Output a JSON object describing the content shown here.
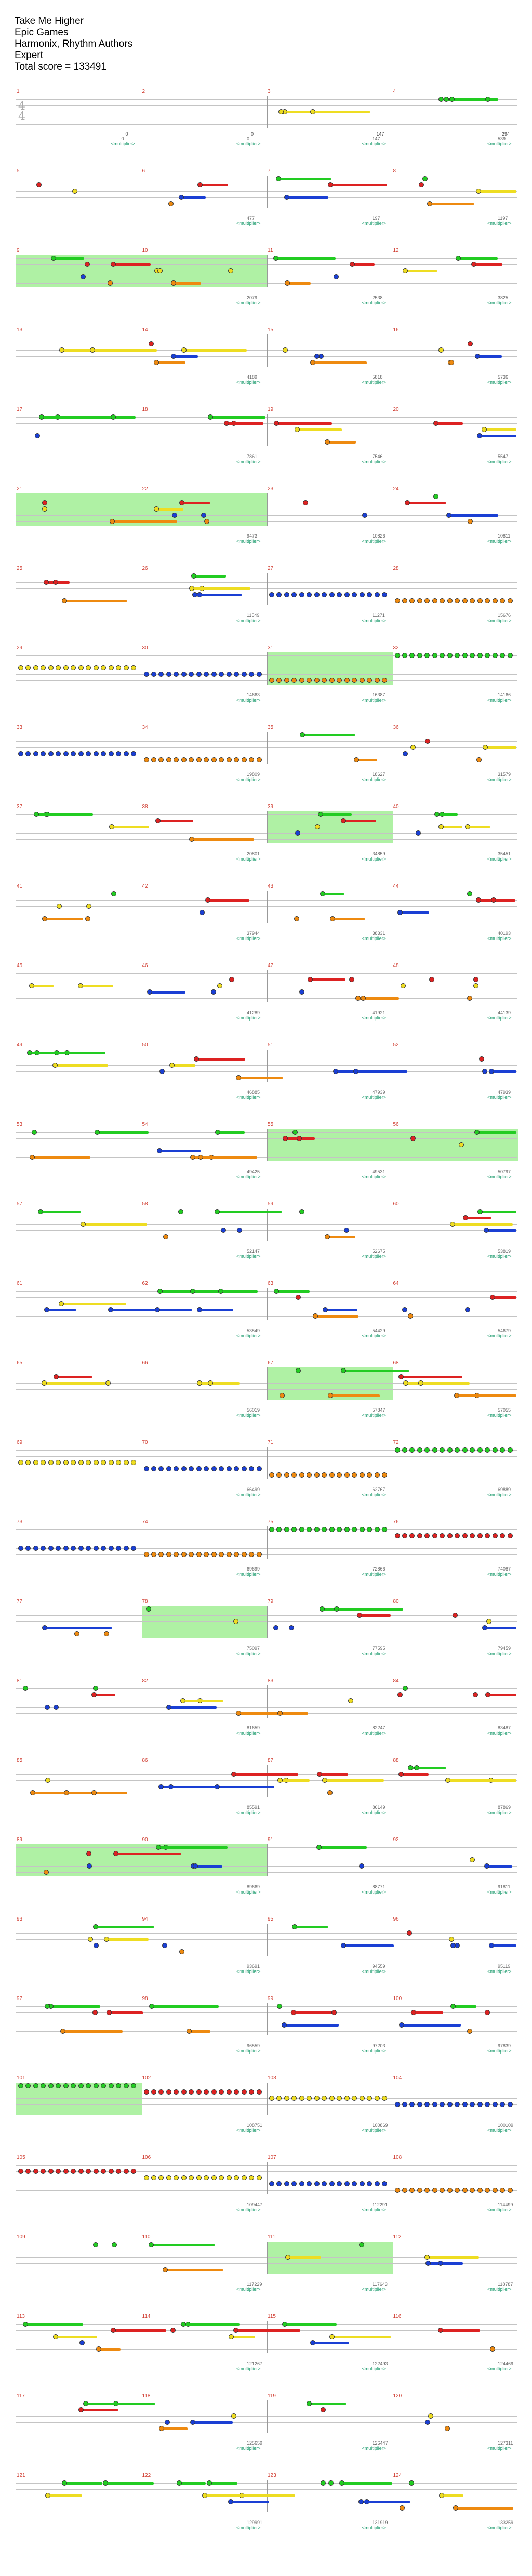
{
  "song": {
    "title": "Take Me Higher",
    "artist": "Epic Games",
    "charters": "Harmonix, Rhythm Authors",
    "difficulty": "Expert",
    "total_score_label": "Total score = 133491"
  },
  "lane_colors": {
    "green": "#22cc22",
    "red": "#dd2222",
    "yellow": "#eedd22",
    "blue": "#1a3fd4",
    "orange": "#ee8a10"
  },
  "time_signature": "4/4",
  "multiplier_label": "<multiplier>",
  "rows": [
    {
      "measures": [
        1,
        2,
        3,
        4
      ],
      "counts": [
        "0",
        "0",
        "147",
        "294"
      ],
      "scores": [
        "0",
        "0",
        "147",
        "539"
      ]
    },
    {
      "measures": [
        5,
        6,
        7,
        8
      ],
      "counts": [
        "",
        "",
        "",
        ""
      ],
      "scores": [
        "",
        "477",
        "197",
        "1197"
      ]
    },
    {
      "measures": [
        9,
        10,
        11,
        12
      ],
      "counts": [
        "",
        "",
        "",
        ""
      ],
      "scores": [
        "",
        "2079",
        "2538",
        "3825"
      ]
    },
    {
      "measures": [
        13,
        14,
        15,
        16
      ],
      "counts": [
        "",
        "",
        "",
        ""
      ],
      "scores": [
        "",
        "4189",
        "5818",
        "5736"
      ]
    },
    {
      "measures": [
        17,
        18,
        19,
        20
      ],
      "counts": [
        "",
        "",
        "",
        ""
      ],
      "scores": [
        "",
        "7861",
        "7546",
        "5547"
      ]
    },
    {
      "measures": [
        21,
        22,
        23,
        24
      ],
      "counts": [
        "",
        "",
        "",
        ""
      ],
      "scores": [
        "",
        "9473",
        "10826",
        "10811"
      ]
    },
    {
      "measures": [
        25,
        26,
        27,
        28
      ],
      "counts": [
        "",
        "",
        "",
        ""
      ],
      "scores": [
        "",
        "11549",
        "11271",
        "15676"
      ]
    },
    {
      "measures": [
        29,
        30,
        31,
        32
      ],
      "counts": [
        "",
        "",
        "",
        ""
      ],
      "scores": [
        "",
        "14663",
        "16387",
        "14166"
      ]
    },
    {
      "measures": [
        33,
        34,
        35,
        36
      ],
      "counts": [
        "",
        "",
        "",
        ""
      ],
      "scores": [
        "",
        "19809",
        "18627",
        "31579"
      ]
    },
    {
      "measures": [
        37,
        38,
        39,
        40
      ],
      "counts": [
        "",
        "",
        "",
        ""
      ],
      "scores": [
        "",
        "20801",
        "34859",
        "35451"
      ]
    },
    {
      "measures": [
        41,
        42,
        43,
        44
      ],
      "counts": [
        "",
        "",
        "",
        ""
      ],
      "scores": [
        "",
        "37944",
        "38331",
        "40193"
      ]
    },
    {
      "measures": [
        45,
        46,
        47,
        48
      ],
      "counts": [
        "",
        "",
        "",
        ""
      ],
      "scores": [
        "",
        "41289",
        "41921",
        "44139"
      ]
    },
    {
      "measures": [
        49,
        50,
        51,
        52
      ],
      "counts": [
        "",
        "",
        "",
        ""
      ],
      "scores": [
        "",
        "46885",
        "47939",
        "47939"
      ]
    },
    {
      "measures": [
        53,
        54,
        55,
        56
      ],
      "counts": [
        "",
        "",
        "",
        ""
      ],
      "scores": [
        "",
        "49425",
        "49531",
        "50797"
      ]
    },
    {
      "measures": [
        57,
        58,
        59,
        60
      ],
      "counts": [
        "",
        "",
        "",
        ""
      ],
      "scores": [
        "",
        "52147",
        "52675",
        "53819"
      ]
    },
    {
      "measures": [
        61,
        62,
        63,
        64
      ],
      "counts": [
        "",
        "",
        "",
        ""
      ],
      "scores": [
        "",
        "53549",
        "54429",
        "54679"
      ]
    },
    {
      "measures": [
        65,
        66,
        67,
        68
      ],
      "counts": [
        "",
        "",
        "",
        ""
      ],
      "scores": [
        "",
        "56019",
        "57847",
        "57055"
      ]
    },
    {
      "measures": [
        69,
        70,
        71,
        72
      ],
      "counts": [
        "",
        "",
        "",
        ""
      ],
      "scores": [
        "",
        "66499",
        "62767",
        "69889"
      ]
    },
    {
      "measures": [
        73,
        74,
        75,
        76
      ],
      "counts": [
        "",
        "",
        "",
        ""
      ],
      "scores": [
        "",
        "69699",
        "72866",
        "74087"
      ]
    },
    {
      "measures": [
        77,
        78,
        79,
        80
      ],
      "counts": [
        "",
        "",
        "",
        ""
      ],
      "scores": [
        "",
        "75097",
        "77595",
        "79459"
      ]
    },
    {
      "measures": [
        81,
        82,
        83,
        84
      ],
      "counts": [
        "",
        "",
        "",
        ""
      ],
      "scores": [
        "",
        "81659",
        "82247",
        "83487"
      ]
    },
    {
      "measures": [
        85,
        86,
        87,
        88
      ],
      "counts": [
        "",
        "",
        "",
        ""
      ],
      "scores": [
        "",
        "85591",
        "86149",
        "87869"
      ]
    },
    {
      "measures": [
        89,
        90,
        91,
        92
      ],
      "counts": [
        "",
        "",
        "",
        ""
      ],
      "scores": [
        "",
        "89669",
        "88771",
        "91811"
      ]
    },
    {
      "measures": [
        93,
        94,
        95,
        96
      ],
      "counts": [
        "",
        "",
        "",
        ""
      ],
      "scores": [
        "",
        "93691",
        "94559",
        "95119"
      ]
    },
    {
      "measures": [
        97,
        98,
        99,
        100
      ],
      "counts": [
        "",
        "",
        "",
        ""
      ],
      "scores": [
        "",
        "96559",
        "97203",
        "97839"
      ]
    },
    {
      "measures": [
        101,
        102,
        103,
        104
      ],
      "counts": [
        "",
        "",
        "",
        ""
      ],
      "scores": [
        "",
        "108751",
        "100869",
        "100109"
      ]
    },
    {
      "measures": [
        105,
        106,
        107,
        108
      ],
      "counts": [
        "",
        "",
        "",
        ""
      ],
      "scores": [
        "",
        "109447",
        "112291",
        "114499"
      ]
    },
    {
      "measures": [
        109,
        110,
        111,
        112
      ],
      "counts": [
        "",
        "",
        "",
        ""
      ],
      "scores": [
        "",
        "117229",
        "117643",
        "118787"
      ]
    },
    {
      "measures": [
        113,
        114,
        115,
        116
      ],
      "counts": [
        "",
        "",
        "",
        ""
      ],
      "scores": [
        "",
        "121267",
        "122493",
        "124469"
      ]
    },
    {
      "measures": [
        117,
        118,
        119,
        120
      ],
      "counts": [
        "",
        "",
        "",
        ""
      ],
      "scores": [
        "",
        "125659",
        "126447",
        "127311"
      ]
    },
    {
      "measures": [
        121,
        122,
        123,
        124
      ],
      "counts": [
        "",
        "",
        "",
        ""
      ],
      "scores": [
        "",
        "129991",
        "131919",
        "133259"
      ]
    }
  ]
}
